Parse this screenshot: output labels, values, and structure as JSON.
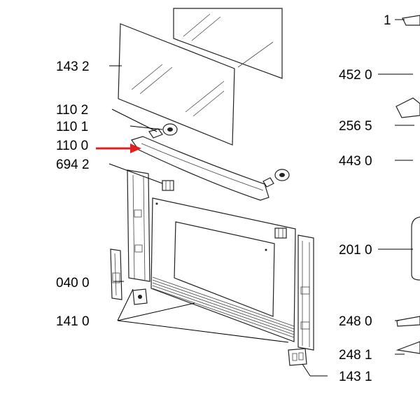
{
  "labels": [
    {
      "id": "l1432",
      "text": "143 2"
    },
    {
      "id": "l1102",
      "text": "110 2"
    },
    {
      "id": "l1101",
      "text": "110 1"
    },
    {
      "id": "l1100",
      "text": "110 0"
    },
    {
      "id": "l6942",
      "text": "694 2"
    },
    {
      "id": "l0400",
      "text": "040 0"
    },
    {
      "id": "l1410",
      "text": "141 0"
    },
    {
      "id": "l1",
      "text": "1"
    },
    {
      "id": "l4520",
      "text": "452 0"
    },
    {
      "id": "l2565",
      "text": "256 5"
    },
    {
      "id": "l4430",
      "text": "443 0"
    },
    {
      "id": "l2010",
      "text": "201 0"
    },
    {
      "id": "l2480",
      "text": "248 0"
    },
    {
      "id": "l2481",
      "text": "248 1"
    },
    {
      "id": "l1431",
      "text": "143 1"
    }
  ],
  "colors": {
    "arrow": "#e02020",
    "ink": "#222222"
  }
}
